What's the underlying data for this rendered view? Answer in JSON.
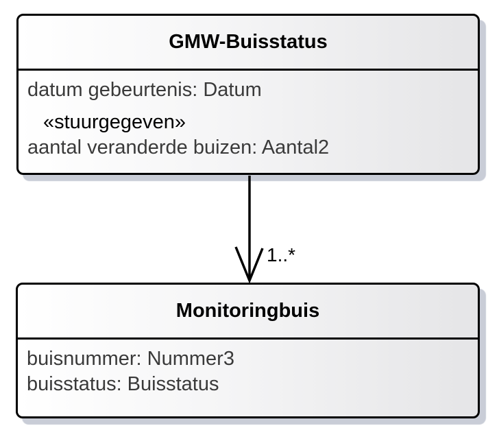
{
  "diagram_type": "uml-class-diagram",
  "classes": [
    {
      "name": "GMW-Buisstatus",
      "compartments": {
        "attributes": [
          {
            "text": "datum gebeurtenis: Datum",
            "kind": "attribute"
          },
          {
            "text": "«stuurgegeven»",
            "kind": "stereotype"
          },
          {
            "text": "aantal veranderde buizen: Aantal2",
            "kind": "attribute"
          }
        ]
      }
    },
    {
      "name": "Monitoringbuis",
      "compartments": {
        "attributes": [
          {
            "text": "buisnummer: Nummer3",
            "kind": "attribute"
          },
          {
            "text": "buisstatus: Buisstatus",
            "kind": "attribute"
          }
        ]
      }
    }
  ],
  "association": {
    "source": "GMW-Buisstatus",
    "target": "Monitoringbuis",
    "target_multiplicity": "1..*",
    "arrow_style": "open-arrow-down"
  },
  "colors": {
    "border": "#000000",
    "attribute_text": "#3a3a3a",
    "title_text": "#000000",
    "stereotype_text": "#000000",
    "shadow": "#c9cdd7",
    "canvas": "#ffffff",
    "node_fill_left": "#ffffff",
    "node_fill_right": "#e5e5e7"
  }
}
